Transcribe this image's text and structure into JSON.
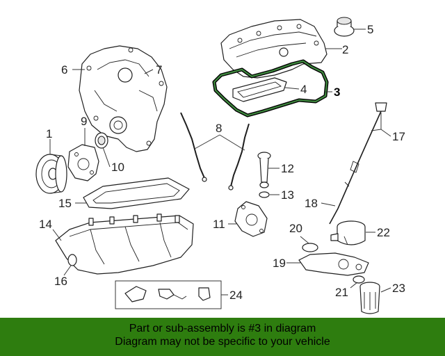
{
  "diagram": {
    "highlighted_part": "3",
    "callouts": [
      "1",
      "2",
      "3",
      "4",
      "5",
      "6",
      "7",
      "8",
      "9",
      "10",
      "11",
      "12",
      "13",
      "14",
      "15",
      "16",
      "17",
      "18",
      "19",
      "20",
      "21",
      "22",
      "23",
      "24"
    ]
  },
  "banner": {
    "line1": "Part or sub-assembly is #3 in diagram",
    "line2": "Diagram may not be specific to your vehicle",
    "background": "#2e7d0f",
    "highlight_color": "#3f8a3f"
  }
}
